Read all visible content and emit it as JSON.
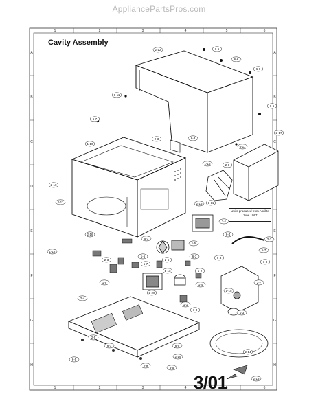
{
  "watermark": "AppliancePartsPros.com",
  "title": "Cavity Assembly",
  "page_number": "3/01",
  "note": "Units produced from April to June 1997",
  "grid": {
    "columns": [
      "1",
      "2",
      "3",
      "4",
      "5",
      "6"
    ],
    "rows": [
      "A",
      "B",
      "C",
      "D",
      "E",
      "F",
      "G",
      "H"
    ]
  },
  "callouts": [
    "2-12",
    "6-6",
    "6-6",
    "6-6",
    "6-6",
    "6-11",
    "6-7",
    "1-10",
    "6-3",
    "2-3",
    "2-17",
    "6-11",
    "1-15",
    "2-8",
    "2-10",
    "1-11",
    "2-11",
    "2-15",
    "2-16",
    "2-1",
    "6-4",
    "1-12",
    "2-3",
    "5-1",
    "1-5",
    "6-3",
    "2-2",
    "1-6",
    "1-7",
    "2-6",
    "6-4",
    "6-7",
    "1-8",
    "1-9",
    "1-13",
    "1-2",
    "1-4",
    "2-7",
    "1-3",
    "1-15",
    "2-4",
    "2-20",
    "1-1",
    "1-3",
    "2-5",
    "6-1",
    "6-5",
    "2-19",
    "2-14",
    "6-5",
    "2-9",
    "6-5",
    "2-13"
  ]
}
